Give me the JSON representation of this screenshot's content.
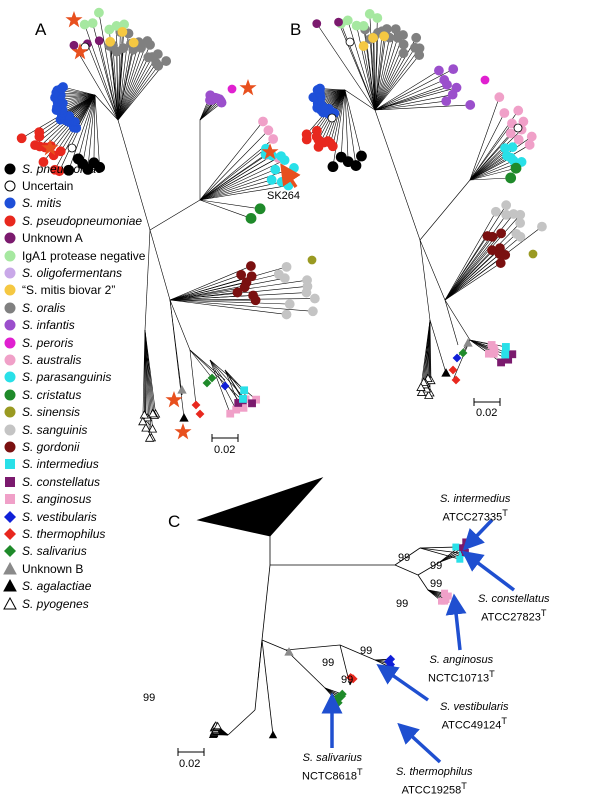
{
  "panels": {
    "a": "A",
    "b": "B",
    "c": "C"
  },
  "callout": "SK264",
  "scale": {
    "a": "0.02",
    "b": "0.02",
    "c": "0.02"
  },
  "bootstrap": {
    "v1": "99",
    "v2": "99",
    "v3": "99",
    "v4": "99",
    "v5": "99",
    "v6": "99",
    "v7": "99",
    "v8": "99"
  },
  "legend": [
    {
      "genus": "S.",
      "species": "pneumoniae",
      "color": "#000000",
      "shape": "circle"
    },
    {
      "genus": "",
      "species": "Uncertain",
      "color": "#ffffff",
      "shape": "circle-open"
    },
    {
      "genus": "S.",
      "species": "mitis",
      "color": "#1e4fd8",
      "shape": "circle"
    },
    {
      "genus": "S.",
      "species": "pseudopneumoniae",
      "color": "#e8281e",
      "shape": "circle"
    },
    {
      "genus": "",
      "species": "Unknown A",
      "color": "#7b1a6e",
      "shape": "circle"
    },
    {
      "genus": "",
      "species": "IgA1 protease negative",
      "color": "#a6e8a0",
      "shape": "circle"
    },
    {
      "genus": "S.",
      "species": "oligofermentans",
      "color": "#c9a8e8",
      "shape": "circle"
    },
    {
      "genus": "",
      "species": "“S. mitis biovar 2”",
      "color": "#f5c842",
      "shape": "circle"
    },
    {
      "genus": "S.",
      "species": "oralis",
      "color": "#808080",
      "shape": "circle"
    },
    {
      "genus": "S.",
      "species": "infantis",
      "color": "#9b4fcc",
      "shape": "circle"
    },
    {
      "genus": "S.",
      "species": "peroris",
      "color": "#e020d0",
      "shape": "circle"
    },
    {
      "genus": "S.",
      "species": "australis",
      "color": "#f0a0c8",
      "shape": "circle"
    },
    {
      "genus": "S.",
      "species": "parasanguinis",
      "color": "#29e0e8",
      "shape": "circle"
    },
    {
      "genus": "S.",
      "species": "cristatus",
      "color": "#1f8a2a",
      "shape": "circle"
    },
    {
      "genus": "S.",
      "species": "sinensis",
      "color": "#9a9a22",
      "shape": "circle"
    },
    {
      "genus": "S.",
      "species": "sanguinis",
      "color": "#c4c4c4",
      "shape": "circle"
    },
    {
      "genus": "S.",
      "species": "gordonii",
      "color": "#7a1010",
      "shape": "circle"
    },
    {
      "genus": "S.",
      "species": "intermedius",
      "color": "#29e0e8",
      "shape": "square"
    },
    {
      "genus": "S.",
      "species": "constellatus",
      "color": "#7b1a6e",
      "shape": "square"
    },
    {
      "genus": "S.",
      "species": "anginosus",
      "color": "#f0a0c8",
      "shape": "square"
    },
    {
      "genus": "S.",
      "species": "vestibularis",
      "color": "#1020d8",
      "shape": "diamond"
    },
    {
      "genus": "S.",
      "species": "thermophilus",
      "color": "#e8281e",
      "shape": "diamond"
    },
    {
      "genus": "S.",
      "species": "salivarius",
      "color": "#1f8a2a",
      "shape": "diamond"
    },
    {
      "genus": "",
      "species": "Unknown B",
      "color": "#8a8a8a",
      "shape": "triangle"
    },
    {
      "genus": "S.",
      "species": "agalactiae",
      "color": "#000000",
      "shape": "triangle"
    },
    {
      "genus": "S.",
      "species": "pyogenes",
      "color": "#ffffff",
      "shape": "triangle-open"
    }
  ],
  "type_strains": {
    "intermedius": {
      "genus": "S.",
      "species": "intermedius",
      "strain": "ATCC27335",
      "sup": "T"
    },
    "constellatus": {
      "genus": "S.",
      "species": "constellatus",
      "strain": "ATCC27823",
      "sup": "T"
    },
    "anginosus": {
      "genus": "S.",
      "species": "anginosus",
      "strain": "NCTC10713",
      "sup": "T"
    },
    "vestibularis": {
      "genus": "S.",
      "species": "vestibularis",
      "strain": "ATCC49124",
      "sup": "T"
    },
    "salivarius": {
      "genus": "S.",
      "species": "salivarius",
      "strain": "NCTC8618",
      "sup": "T"
    },
    "thermophilus": {
      "genus": "S.",
      "species": "thermophilus",
      "strain": "ATCC19258",
      "sup": "T"
    }
  },
  "colors": {
    "arrow_blue": "#1f4fd0",
    "arrow_red": "#e8501e",
    "star": "#e8501e"
  }
}
